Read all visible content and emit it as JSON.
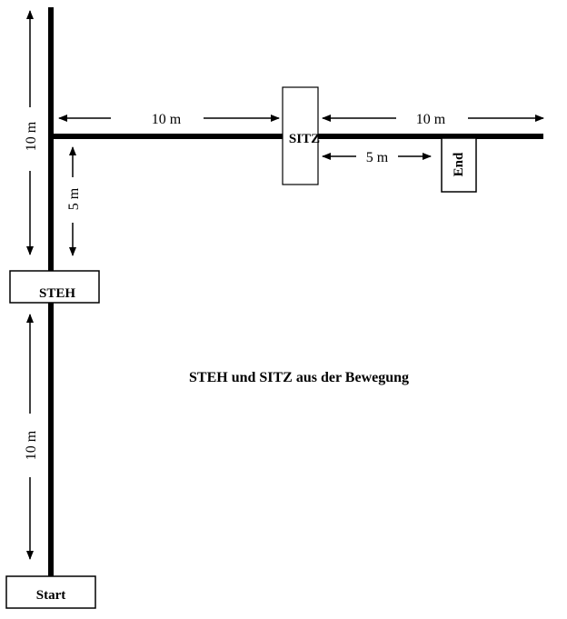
{
  "labels": {
    "start": "Start",
    "steh": "STEH",
    "sitz": "SITZ",
    "end": "End",
    "caption": "STEH und SITZ aus der Bewegung"
  },
  "distances": {
    "vertical_upper": "10 m",
    "vertical_short": "5 m",
    "vertical_lower": "10 m",
    "horizontal_left": "10 m",
    "horizontal_right": "10 m",
    "horizontal_short": "5 m"
  }
}
